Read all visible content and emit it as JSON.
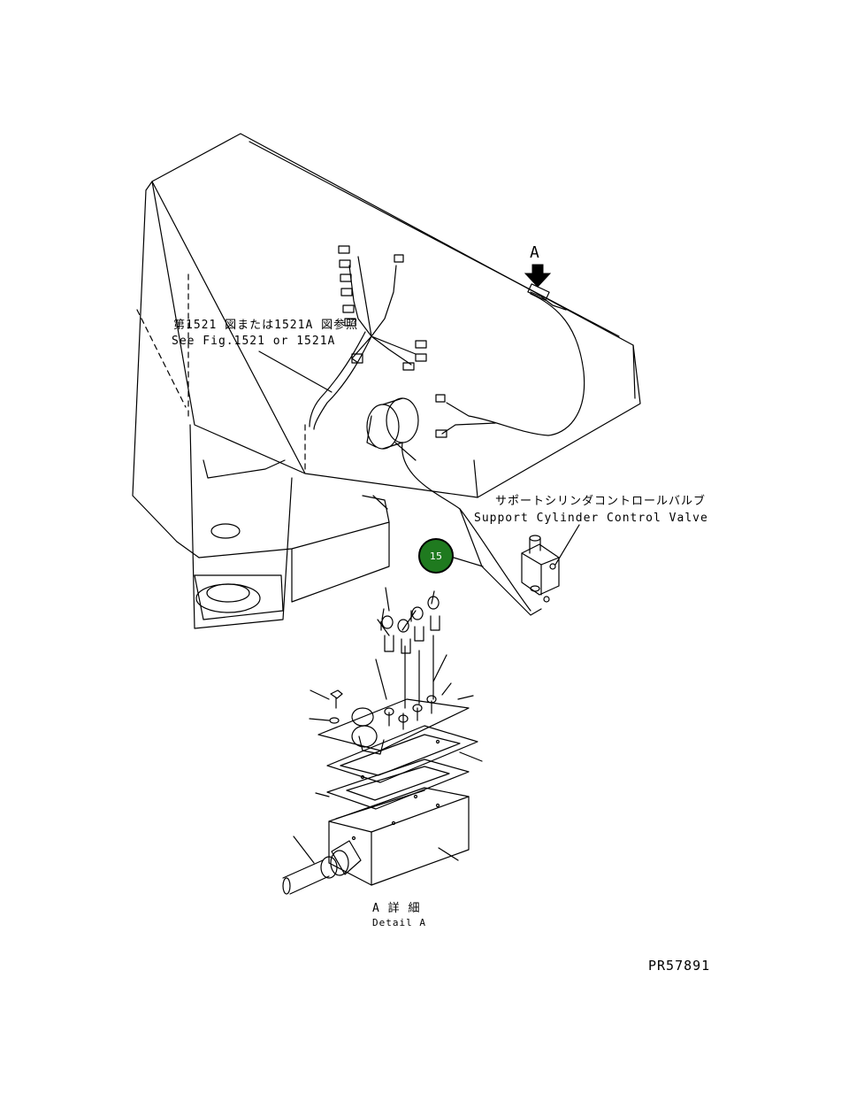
{
  "arrow_label": "A",
  "see_fig": {
    "jp": "第1521 図または1521A 図参照",
    "en": "See Fig.1521 or 1521A"
  },
  "valve_label": {
    "jp": "サポートシリンダコントロールバルブ",
    "en": "Support Cylinder Control Valve"
  },
  "callout_number": "15",
  "callout_color": "#1f7a1f",
  "detail_label": {
    "jp": "A 詳 細",
    "en": "Detail A"
  },
  "drawing_number": "PR57891"
}
